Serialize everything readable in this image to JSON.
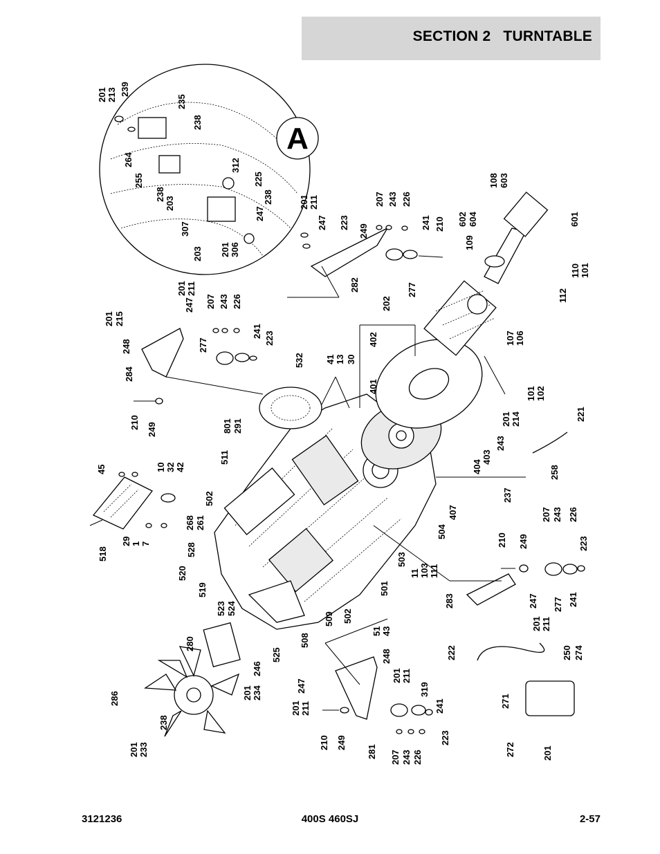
{
  "header": {
    "section_title": "SECTION 2   TURNTABLE"
  },
  "footer": {
    "left": "3121236",
    "center": "400S 460SJ",
    "right": "2-57"
  },
  "detail_label": "A",
  "callouts": [
    "201",
    "213",
    "239",
    "235",
    "238",
    "264",
    "255",
    "238",
    "203",
    "307",
    "203",
    "201",
    "306",
    "312",
    "225",
    "247",
    "238",
    "201",
    "211",
    "247",
    "223",
    "249",
    "207",
    "243",
    "226",
    "241",
    "210",
    "277",
    "282",
    "108",
    "603",
    "602",
    "604",
    "601",
    "109",
    "110",
    "101",
    "112",
    "107",
    "106",
    "101",
    "102",
    "201",
    "215",
    "201",
    "211",
    "248",
    "247",
    "207",
    "243",
    "226",
    "241",
    "223",
    "277",
    "284",
    "210",
    "249",
    "532",
    "41",
    "13",
    "30",
    "202",
    "402",
    "401",
    "801",
    "291",
    "511",
    "201",
    "214",
    "243",
    "221",
    "404",
    "403",
    "258",
    "407",
    "237",
    "45",
    "10",
    "32",
    "42",
    "518",
    "29",
    "1",
    "7",
    "502",
    "268",
    "261",
    "528",
    "520",
    "519",
    "523",
    "524",
    "504",
    "503",
    "11",
    "103",
    "111",
    "501",
    "502",
    "51",
    "43",
    "509",
    "508",
    "525",
    "280",
    "246",
    "201",
    "234",
    "286",
    "238",
    "201",
    "233",
    "248",
    "201",
    "211",
    "247",
    "201",
    "211",
    "210",
    "249",
    "281",
    "319",
    "241",
    "207",
    "243",
    "226",
    "223",
    "210",
    "249",
    "207",
    "243",
    "226",
    "223",
    "277",
    "241",
    "283",
    "247",
    "201",
    "211",
    "222",
    "250",
    "274",
    "271",
    "272",
    "201"
  ]
}
